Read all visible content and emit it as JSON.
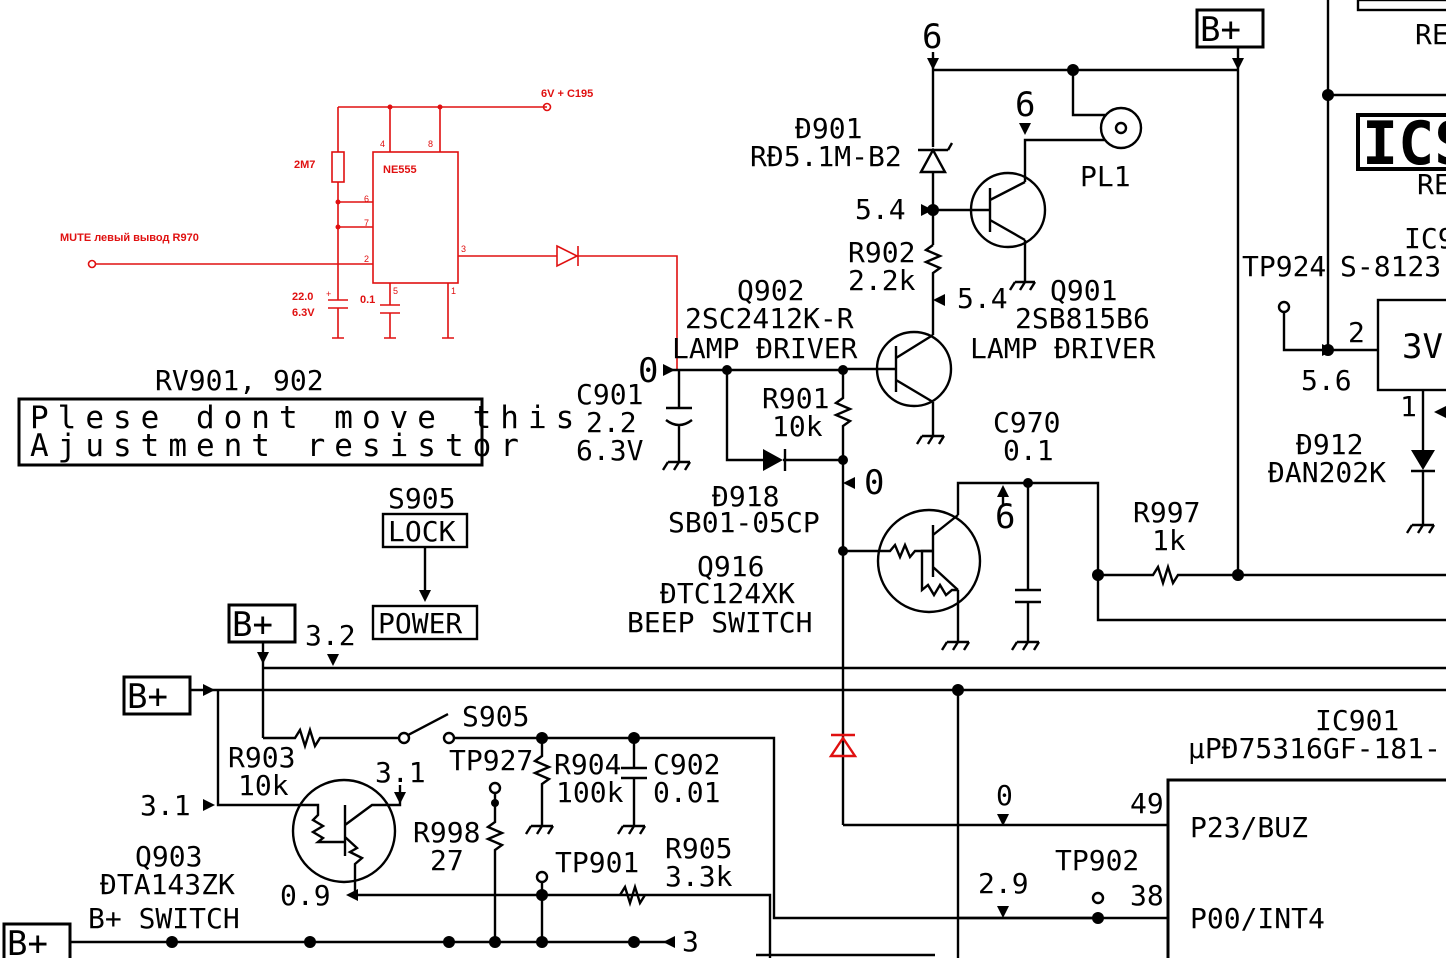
{
  "red_mod": {
    "chip": "NE555",
    "supply": "6V  + C195",
    "mute": "MUTE левый вывод R970",
    "r": "2M7",
    "c1_val": "22.0",
    "c1_v": "6.3V",
    "c1_plus": "+",
    "c2": "0.1",
    "pins": [
      "4",
      "8",
      "6",
      "7",
      "2",
      "5",
      "1",
      "3"
    ]
  },
  "note": {
    "title": "RV901, 902",
    "line1": "Plese dont move this",
    "line2": "Ajustment resistor"
  },
  "s905_box": {
    "name": "S905",
    "lock": "LOCK",
    "power": "POWER"
  },
  "rails": {
    "bplus": "B+"
  },
  "top": {
    "v6a": "6",
    "v6b": "6",
    "v54": "5.4",
    "v54b": "5.4",
    "v0a": "0",
    "v0b": "0",
    "v6c": "6",
    "v32": "3.2",
    "v31a": "3.1",
    "v31b": "3.1",
    "v09": "0.9",
    "v3": "3",
    "v56": "5.6",
    "v29": "2.9",
    "v0c": "0"
  },
  "parts": {
    "d901_ref": "Đ901",
    "d901_val": "RĐ5.1M-B2",
    "pl1": "PL1",
    "r902_ref": "R902",
    "r902_val": "2.2k",
    "q902_ref": "Q902",
    "q902_val": "2SC2412K-R",
    "q902_fn": "LAMP ĐRIVER",
    "q901_ref": "Q901",
    "q901_val": "2SB815B6",
    "q901_fn": "LAMP ĐRIVER",
    "c901_ref": "C901",
    "c901_val": "2.2",
    "c901_v": "6.3V",
    "r901_ref": "R901",
    "r901_val": "10k",
    "d918_ref": "Đ918",
    "d918_val": "SB01-05CP",
    "q916_ref": "Q916",
    "q916_val": "ĐTC124XK",
    "q916_fn": "BEEP SWITCH",
    "c970_ref": "C970",
    "c970_val": "0.1",
    "r997_ref": "R997",
    "r997_val": "1k",
    "tp924": "TP924",
    "ic_s": "S-8123",
    "ic_top": "IC9",
    "ics_box": "ICS",
    "re1": "RE",
    "re2": "RE",
    "reg_3v": "3V",
    "pin2": "2",
    "pin1": "1",
    "d912_ref": "Đ912",
    "d912_val": "ĐAN202K",
    "s905": "S905",
    "tp927": "TP927",
    "r903_ref": "R903",
    "r903_val": "10k",
    "r904_ref": "R904",
    "r904_val": "100k",
    "c902_ref": "C902",
    "c902_val": "0.01",
    "r998_ref": "R998",
    "r998_val": "27",
    "q903_ref": "Q903",
    "q903_val": "ĐTA143ZK",
    "q903_fn": "B+ SWITCH",
    "tp901": "TP901",
    "r905_ref": "R905",
    "r905_val": "3.3k",
    "tp902": "TP902",
    "ic901_ref": "IC901",
    "ic901_val": "µPĐ75316GF-181-",
    "pin49": "49",
    "p23": "P23/BUZ",
    "pin38": "38",
    "p00": "P00/INT4"
  }
}
